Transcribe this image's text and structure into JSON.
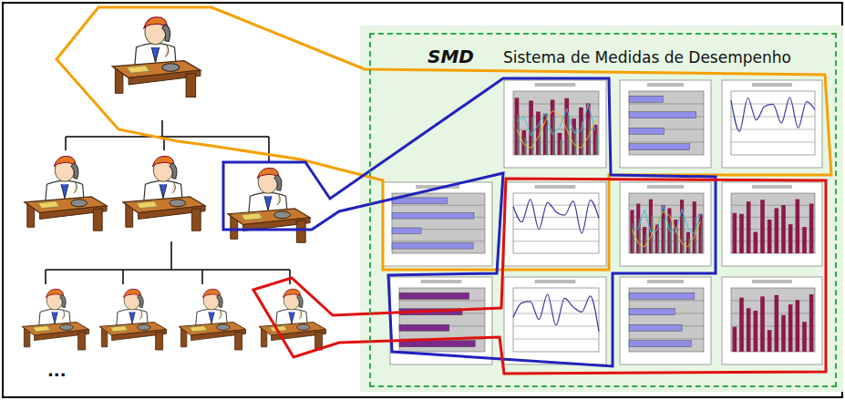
{
  "diagram": {
    "nodes": [
      {
        "text": [
          "SMD",
          "Sistema de Medidas de Desempenho"
        ]
      }
    ],
    "labels": [
      "..."
    ]
  }
}
